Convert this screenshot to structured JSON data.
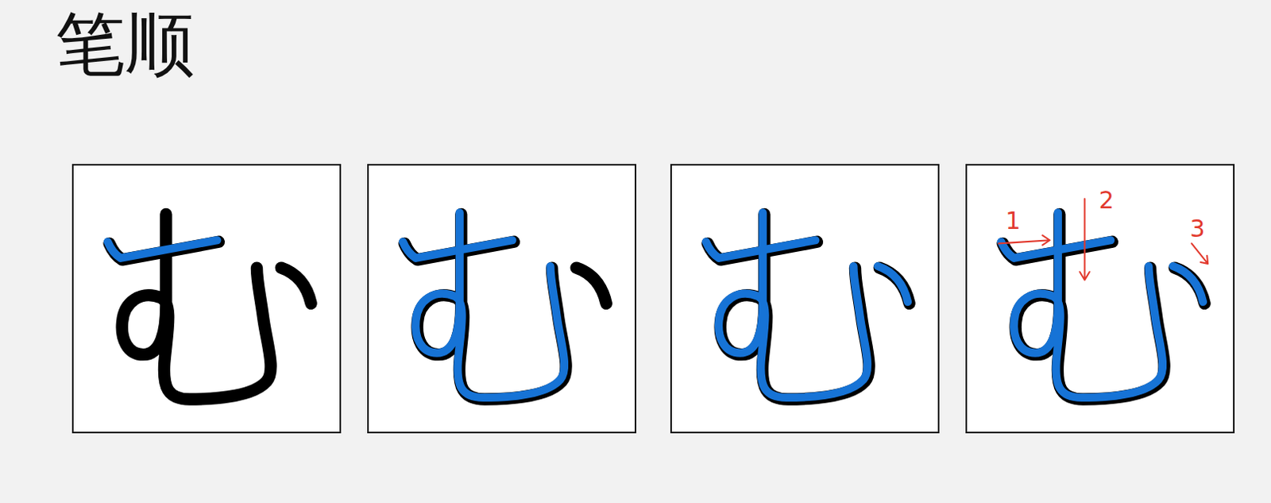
{
  "diagram": {
    "title": "笔顺",
    "labels": [
      "1",
      "2",
      "3"
    ]
  }
}
